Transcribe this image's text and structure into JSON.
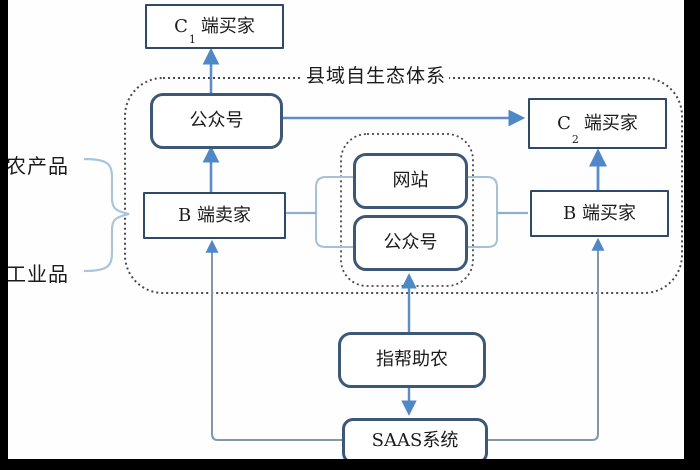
{
  "diagram": {
    "title": "县域自生态体系",
    "left_labels": {
      "agricultural": "农产品",
      "industrial": "工业品"
    },
    "nodes": {
      "c1_buyer": {
        "pre": "C",
        "sub": "1",
        "rest": "端买家"
      },
      "c2_buyer": {
        "pre": "C",
        "sub": "2",
        "rest": "端买家"
      },
      "official_account_top": "公众号",
      "b_seller": "B 端卖家",
      "website": "网站",
      "official_account_mid": "公众号",
      "b_buyer": "B 端买家",
      "zhibang_zhunong": "指帮助农",
      "saas_system": "SAAS系统"
    },
    "colors": {
      "arrow_blue": "#5b8dc9",
      "arrowhead_blue": "#4e88c7",
      "rect_border": "#2e4a68",
      "rounded_border": "#3d5877",
      "connector_gray": "#8496ab",
      "bracket_blue": "#a6c0d8",
      "dotted_outline": "#4a4a4a",
      "background": "#fefefe",
      "letterbox": "#000000"
    }
  }
}
